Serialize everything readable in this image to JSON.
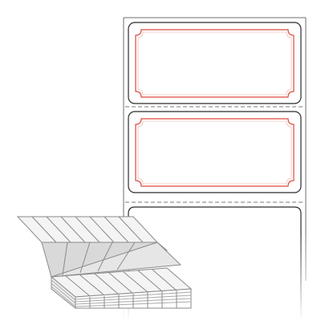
{
  "illustration": {
    "subject": "fanfold-label-stock",
    "visible_labels": 3,
    "stack_panels": 8,
    "colors": {
      "background": "#ffffff",
      "liner_outline": "#6e6e6e",
      "label_outline": "#2b2b2b",
      "label_border": "#d94a3a",
      "perforation": "#7a7a7a",
      "stack_line": "#8a8a8a",
      "stack_fill_light": "#f4f4f4",
      "stack_fill_mid": "#d9d9d9"
    }
  }
}
